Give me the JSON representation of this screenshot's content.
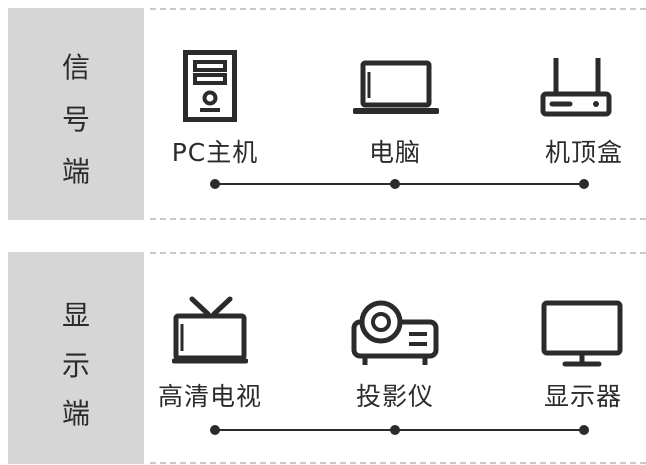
{
  "signal_section": {
    "label_chars": [
      "信",
      "号",
      "端"
    ],
    "devices": [
      {
        "name": "PC主机",
        "icon": "pc-tower-icon"
      },
      {
        "name": "电脑",
        "icon": "laptop-icon"
      },
      {
        "name": "机顶盒",
        "icon": "set-top-box-icon"
      }
    ]
  },
  "display_section": {
    "label_chars": [
      "显",
      "示",
      "端"
    ],
    "devices": [
      {
        "name": "高清电视",
        "icon": "tv-icon"
      },
      {
        "name": "投影仪",
        "icon": "projector-icon"
      },
      {
        "name": "显示器",
        "icon": "monitor-icon"
      }
    ]
  },
  "colors": {
    "panel_gray": "#d6d6d6",
    "ink": "#2b2b2b",
    "dash": "#c8c8c8"
  }
}
